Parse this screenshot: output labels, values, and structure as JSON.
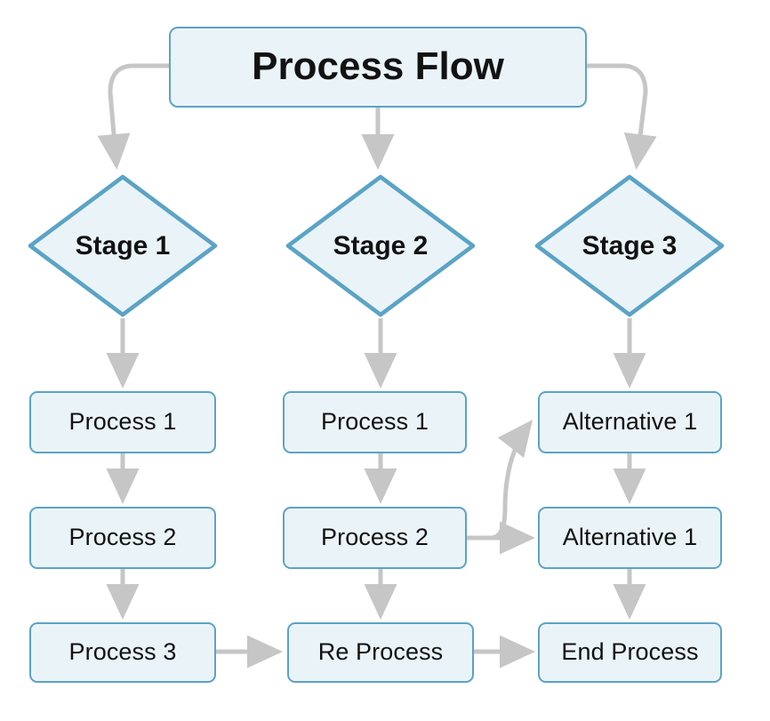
{
  "diagram": {
    "title": "Process Flow",
    "background": "#ffffff",
    "node_fill": "#eaf4f8",
    "node_stroke": "#5ba3c6",
    "edge_color": "#c6c6c6",
    "text_color": "#121212",
    "nodes": {
      "title": "Process Flow",
      "stage_1": "Stage 1",
      "stage_2": "Stage 2",
      "stage_3": "Stage 3",
      "col1_process_1": "Process 1",
      "col1_process_2": "Process 2",
      "col1_process_3": "Process 3",
      "col2_process_1": "Process 1",
      "col2_process_2": "Process 2",
      "col2_re_process": "Re Process",
      "col3_alternative_1": "Alternative 1",
      "col3_alternative_2": "Alternative 1",
      "col3_end_process": "End Process"
    }
  },
  "chart_data": {
    "type": "diagram",
    "subtype": "flowchart",
    "title": "Process Flow",
    "orientation": "top-down",
    "node_shapes": {
      "title": "rounded-rectangle",
      "stage": "diamond",
      "process": "rounded-rectangle"
    },
    "nodes": [
      {
        "id": "title",
        "label": "Process Flow",
        "shape": "rounded-rectangle",
        "column": "center",
        "row": 0
      },
      {
        "id": "stage1",
        "label": "Stage 1",
        "shape": "diamond",
        "column": "left",
        "row": 1
      },
      {
        "id": "stage2",
        "label": "Stage 2",
        "shape": "diamond",
        "column": "center",
        "row": 1
      },
      {
        "id": "stage3",
        "label": "Stage 3",
        "shape": "diamond",
        "column": "right",
        "row": 1
      },
      {
        "id": "p1a",
        "label": "Process 1",
        "shape": "rounded-rectangle",
        "column": "left",
        "row": 2
      },
      {
        "id": "p2a",
        "label": "Process 2",
        "shape": "rounded-rectangle",
        "column": "left",
        "row": 3
      },
      {
        "id": "p3a",
        "label": "Process 3",
        "shape": "rounded-rectangle",
        "column": "left",
        "row": 4
      },
      {
        "id": "p1b",
        "label": "Process 1",
        "shape": "rounded-rectangle",
        "column": "center",
        "row": 2
      },
      {
        "id": "p2b",
        "label": "Process 2",
        "shape": "rounded-rectangle",
        "column": "center",
        "row": 3
      },
      {
        "id": "rep",
        "label": "Re Process",
        "shape": "rounded-rectangle",
        "column": "center",
        "row": 4
      },
      {
        "id": "alt1",
        "label": "Alternative 1",
        "shape": "rounded-rectangle",
        "column": "right",
        "row": 2
      },
      {
        "id": "alt2",
        "label": "Alternative 1",
        "shape": "rounded-rectangle",
        "column": "right",
        "row": 3
      },
      {
        "id": "endp",
        "label": "End Process",
        "shape": "rounded-rectangle",
        "column": "right",
        "row": 4
      }
    ],
    "edges": [
      {
        "from": "title",
        "to": "stage1",
        "style": "curved",
        "arrow": true
      },
      {
        "from": "title",
        "to": "stage2",
        "style": "straight",
        "arrow": true
      },
      {
        "from": "title",
        "to": "stage3",
        "style": "curved",
        "arrow": true
      },
      {
        "from": "stage1",
        "to": "p1a",
        "style": "straight",
        "arrow": true
      },
      {
        "from": "stage2",
        "to": "p1b",
        "style": "straight",
        "arrow": true
      },
      {
        "from": "stage3",
        "to": "alt1",
        "style": "straight",
        "arrow": true
      },
      {
        "from": "p1a",
        "to": "p2a",
        "style": "straight",
        "arrow": true
      },
      {
        "from": "p2a",
        "to": "p3a",
        "style": "straight",
        "arrow": true
      },
      {
        "from": "p1b",
        "to": "p2b",
        "style": "straight",
        "arrow": true
      },
      {
        "from": "p2b",
        "to": "rep",
        "style": "straight",
        "arrow": true
      },
      {
        "from": "p2b",
        "to": "alt1",
        "style": "curved",
        "arrow": true
      },
      {
        "from": "p2b",
        "to": "alt2",
        "style": "straight",
        "arrow": true
      },
      {
        "from": "alt1",
        "to": "alt2",
        "style": "straight",
        "arrow": true
      },
      {
        "from": "alt2",
        "to": "endp",
        "style": "straight",
        "arrow": true
      },
      {
        "from": "p3a",
        "to": "rep",
        "style": "straight",
        "arrow": true
      },
      {
        "from": "rep",
        "to": "endp",
        "style": "straight",
        "arrow": true
      }
    ]
  }
}
